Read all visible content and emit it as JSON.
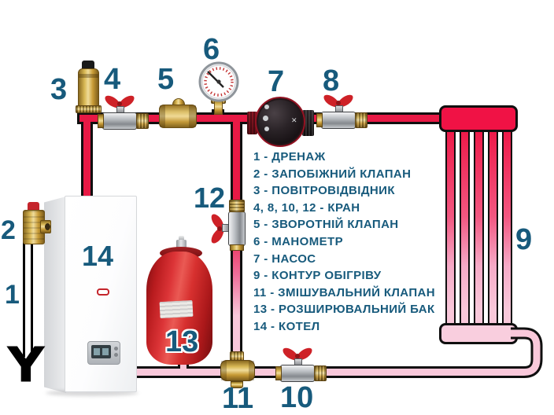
{
  "legend": {
    "items": [
      "1 - ДРЕНАЖ",
      "2 - ЗАПОБІЖНИЙ КЛАПАН",
      "3 - ПОВІТРОВІДВІДНИК",
      "4, 8, 10, 12 - КРАН",
      "5 - ЗВОРОТНІЙ КЛАПАН",
      "6 - МАНОМЕТР",
      "7 - НАСОС",
      "9 - КОНТУР ОБІГРІВУ",
      "11 - ЗМІШУВАЛЬНИЙ КЛАПАН",
      "13 - РОЗШИРЮВАЛЬНИЙ БАК",
      "14 - КОТЕЛ"
    ]
  },
  "labels": {
    "drain": "1",
    "safety_valve": "2",
    "air_vent": "3",
    "valve_4": "4",
    "check_valve": "5",
    "manometer": "6",
    "pump": "7",
    "valve_8": "8",
    "heating_circuit": "9",
    "valve_10": "10",
    "mixing_valve": "11",
    "valve_12": "12",
    "expansion_tank": "13",
    "boiler": "14"
  },
  "colors": {
    "hot_pipe": "#e81945",
    "cool_pipe": "#f9c8da",
    "outline": "#0f0f0f",
    "label_text": "#175a7c",
    "valve_handle": "#ce2127",
    "tank_red": "#d7302f"
  }
}
